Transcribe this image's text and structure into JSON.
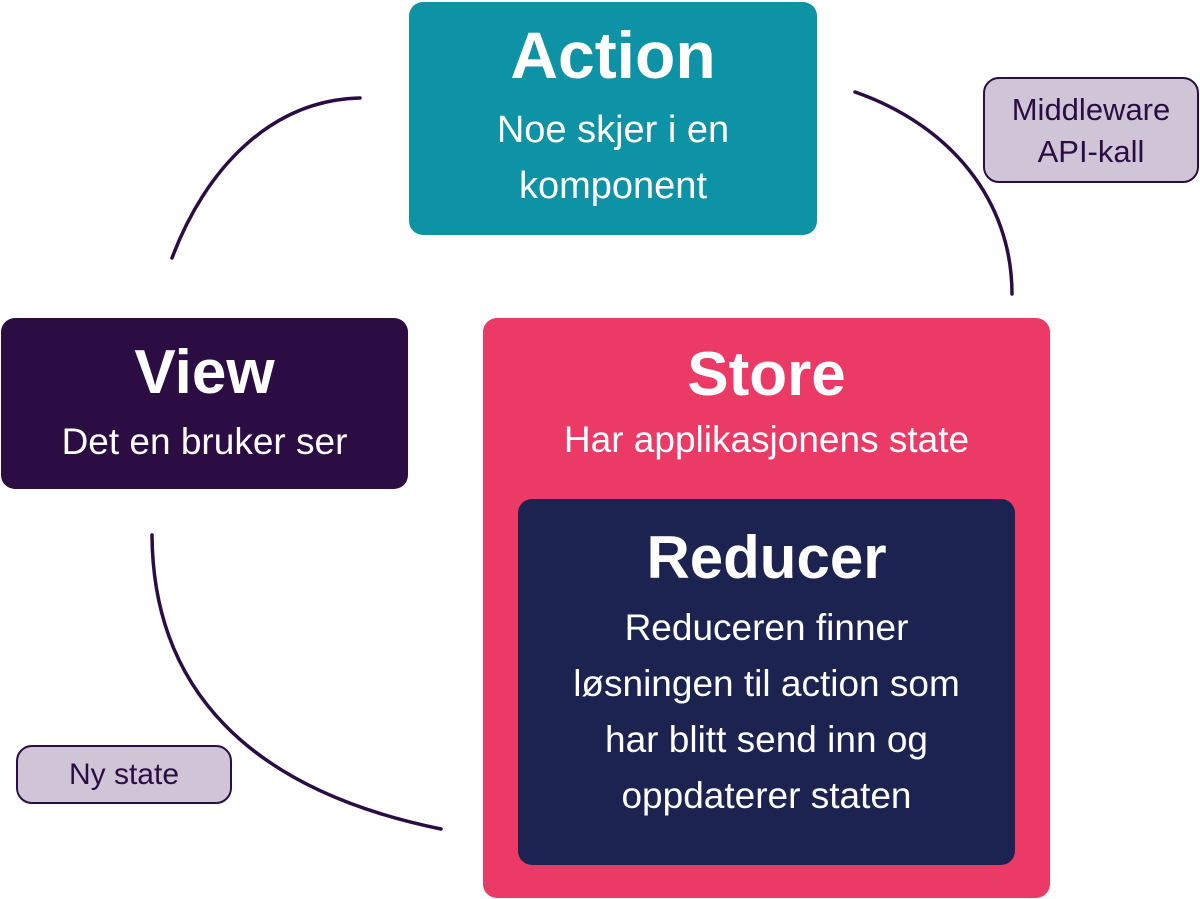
{
  "nodes": {
    "action": {
      "title": "Action",
      "description": "Noe skjer i en\nkomponent"
    },
    "view": {
      "title": "View",
      "description": "Det en bruker ser"
    },
    "store": {
      "title": "Store",
      "description": "Har applikasjonens state"
    },
    "reducer": {
      "title": "Reducer",
      "description": "Reduceren finner\nløsningen til action som\nhar blitt send inn og\noppdaterer staten"
    }
  },
  "notes": {
    "middleware": "Middleware\nAPI-kall",
    "new_state": "Ny state"
  },
  "colors": {
    "action": "#0e93a6",
    "view": "#2b0d44",
    "store": "#ec3a66",
    "reducer": "#1c2350",
    "note_fill": "#cfc5d6",
    "connector": "#2b0d44"
  }
}
